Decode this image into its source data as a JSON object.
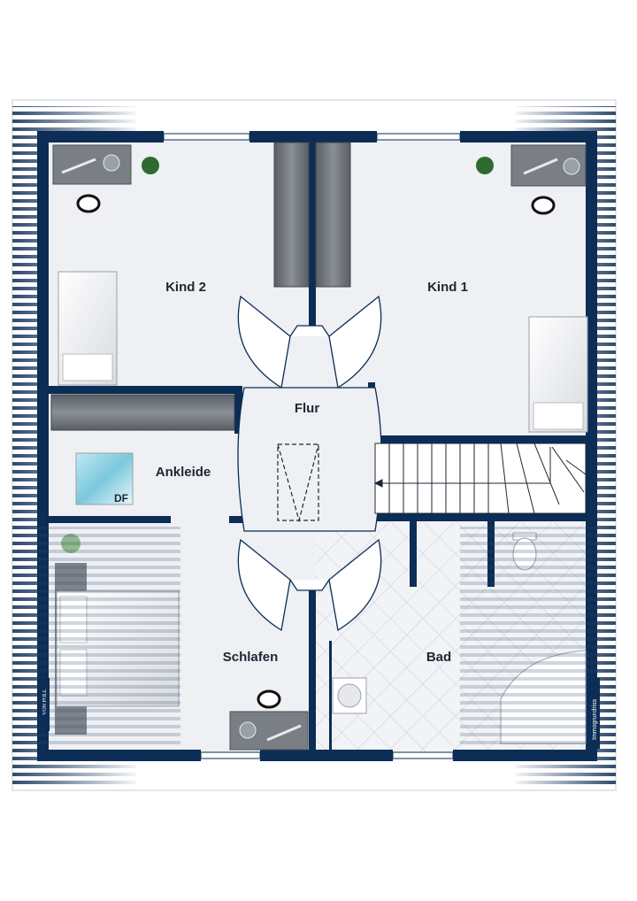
{
  "rooms": {
    "kind2": "Kind 2",
    "kind1": "Kind 1",
    "flur": "Flur",
    "ankleide": "Ankleide",
    "schlafen": "Schlafen",
    "bad": "Bad"
  },
  "skylight_label": "DF",
  "branding": {
    "left_logo_text": "VON POLL",
    "right_vertical_text": "Immogrundriss"
  },
  "colors": {
    "wall": "#0c2d55",
    "floor": "#eef0f4",
    "stripe": "#2f4a6d",
    "bath_tile": "#f2f3f6",
    "tile_line": "#c9ced8",
    "furniture": "#5c6168",
    "cabinet": "#6f747a"
  }
}
